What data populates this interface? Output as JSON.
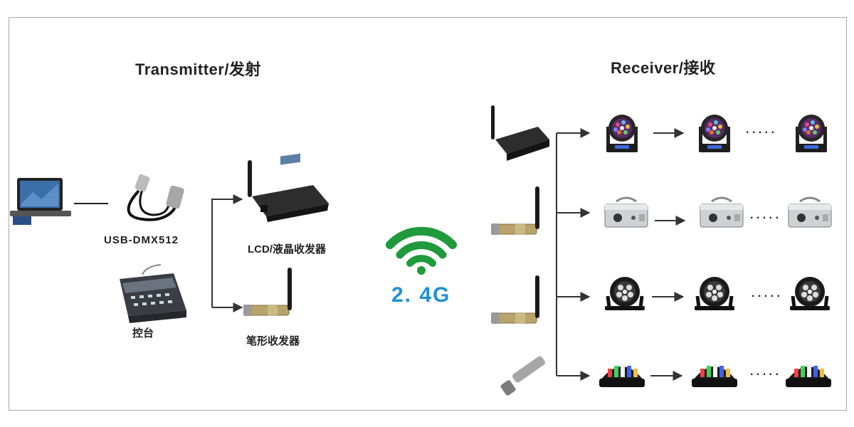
{
  "transmitter_title": "Transmitter/发射",
  "receiver_title": "Receiver/接收",
  "labels": {
    "usb_dmx": "USB-DMX512",
    "console": "控台",
    "lcd_transceiver": "LCD/液晶收发器",
    "pen_transceiver": "笔形收发器",
    "frequency": "2. 4G"
  },
  "dots": ". . . . .",
  "colors": {
    "wifi": "#1f9a3c",
    "frequency": "#1e90d8",
    "device": "#2a2a2a",
    "line": "#333333"
  },
  "icons": {
    "wifi": "wifi-icon",
    "laptop": "laptop-icon",
    "usb_dmx_cable": "usb-dmx-cable-icon",
    "console": "lighting-console-icon",
    "lcd_box": "lcd-transceiver-icon",
    "pen": "pen-transceiver-icon",
    "moving_head": "moving-head-light-icon",
    "laser": "laser-projector-icon",
    "par": "par-light-icon",
    "derby": "derby-effect-light-icon"
  }
}
